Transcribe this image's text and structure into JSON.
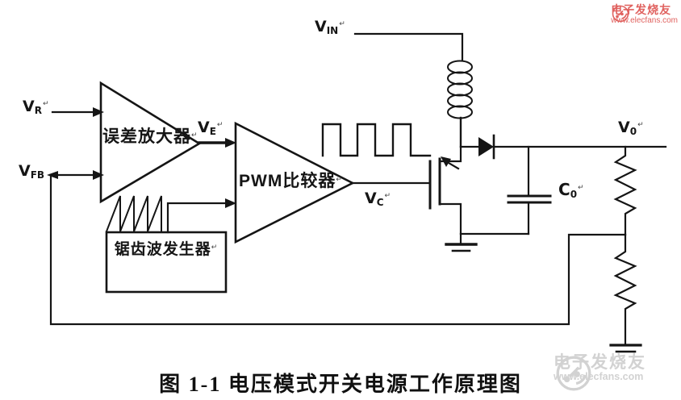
{
  "colors": {
    "ink": "#151515",
    "background": "#ffffff",
    "watermark_top": "#e0625f",
    "watermark_bottom": "#d2d2d2"
  },
  "caption": "图 1-1 电压模式开关电源工作原理图",
  "labels": {
    "vin": {
      "base": "V",
      "sub": "IN"
    },
    "vr": {
      "base": "V",
      "sub": "R"
    },
    "vfb": {
      "base": "V",
      "sub": "FB"
    },
    "ve": {
      "base": "V",
      "sub": "E"
    },
    "vc": {
      "base": "V",
      "sub": "C"
    },
    "vo": {
      "base": "V",
      "sub": "0"
    },
    "co": {
      "base": "C",
      "sub": "0"
    },
    "return_mark": "↵"
  },
  "blocks": {
    "error_amplifier": "误差放大器",
    "pwm_comparator": "PWM比较器",
    "sawtooth_generator": "锯齿波发生器"
  },
  "watermarks": {
    "top_right": {
      "brand": "电子发烧友",
      "url": "www.elecfans.com"
    },
    "bottom_right": {
      "brand": "电子发烧友",
      "url": "www.elecfans.com"
    }
  }
}
